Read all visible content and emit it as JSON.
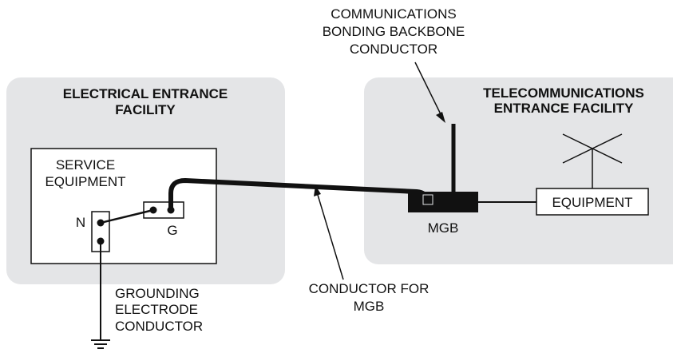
{
  "colors": {
    "facility_fill": "#e4e5e7",
    "line": "#111111",
    "background": "#ffffff"
  },
  "electrical_facility": {
    "title_line1": "ELECTRICAL ENTRANCE",
    "title_line2": "FACILITY"
  },
  "telecom_facility": {
    "title_line1": "TELECOMMUNICATIONS",
    "title_line2": "ENTRANCE FACILITY"
  },
  "service_equipment": {
    "label_line1": "SERVICE",
    "label_line2": "EQUIPMENT",
    "neutral_label": "N",
    "ground_label": "G"
  },
  "mgb": {
    "label": "MGB"
  },
  "equipment": {
    "label": "EQUIPMENT"
  },
  "callouts": {
    "backbone": [
      "COMMUNICATIONS",
      "BONDING BACKBONE",
      "CONDUCTOR"
    ],
    "conductor_for_mgb": [
      "CONDUCTOR FOR",
      "MGB"
    ],
    "grounding_electrode": [
      "GROUNDING",
      "ELECTRODE",
      "CONDUCTOR"
    ]
  }
}
